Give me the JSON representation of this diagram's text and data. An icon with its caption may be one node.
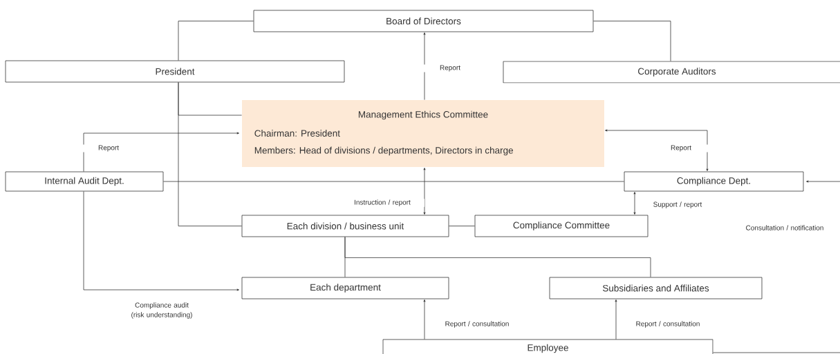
{
  "diagram": {
    "nodes": [
      {
        "text": [
          "Board of Directors"
        ]
      },
      {
        "text": [
          "President"
        ]
      },
      {
        "text": [
          "Corporate Auditors"
        ]
      },
      {
        "text": [
          "Management Ethics Committee",
          "Chairman:  President",
          "Members: Head of divisions / departments, Directors in charge"
        ]
      },
      {
        "text": [
          "Internal Audit Dept."
        ]
      },
      {
        "text": [
          "Compliance Dept."
        ]
      },
      {
        "text": [
          "Each division / business unit"
        ]
      },
      {
        "text": [
          "Compliance Committee"
        ]
      },
      {
        "text": [
          "Each department"
        ]
      },
      {
        "text": [
          "Subsidiaries and Affiliates"
        ]
      },
      {
        "text": [
          "Employee"
        ]
      }
    ],
    "edges": [
      {
        "from": 1,
        "to": 0,
        "arrow": "none"
      },
      {
        "from": 0,
        "to": 2,
        "arrow": "none"
      },
      {
        "from": 3,
        "to": 0,
        "arrow": "to",
        "label": "Report"
      },
      {
        "from": 1,
        "to": 3,
        "arrow": "none"
      },
      {
        "from": 1,
        "to": 6,
        "arrow": "none"
      },
      {
        "from": 4,
        "to": 3,
        "arrow": "to",
        "label": "Report"
      },
      {
        "from": 4,
        "to": 5,
        "arrow": "none"
      },
      {
        "from": 3,
        "to": 6,
        "arrow": "both",
        "label": "Instruction / report"
      },
      {
        "from": 5,
        "to": 3,
        "arrow": "both",
        "label": "Report"
      },
      {
        "from": 5,
        "to": 7,
        "arrow": "both",
        "label": "Support / report"
      },
      {
        "from": 6,
        "to": 7,
        "arrow": "none"
      },
      {
        "from": 6,
        "to": 8,
        "arrow": "none"
      },
      {
        "from": 6,
        "to": 9,
        "arrow": "none"
      },
      {
        "from": 4,
        "to": 8,
        "arrow": "to",
        "label": "Compliance audit (risk understanding)"
      },
      {
        "from": 10,
        "to": 8,
        "arrow": "to",
        "label": "Report / consultation"
      },
      {
        "from": 10,
        "to": 9,
        "arrow": "to",
        "label": "Report / consultation"
      },
      {
        "from": 10,
        "to": 5,
        "arrow": "to",
        "label": "Consultation / notification"
      }
    ]
  }
}
